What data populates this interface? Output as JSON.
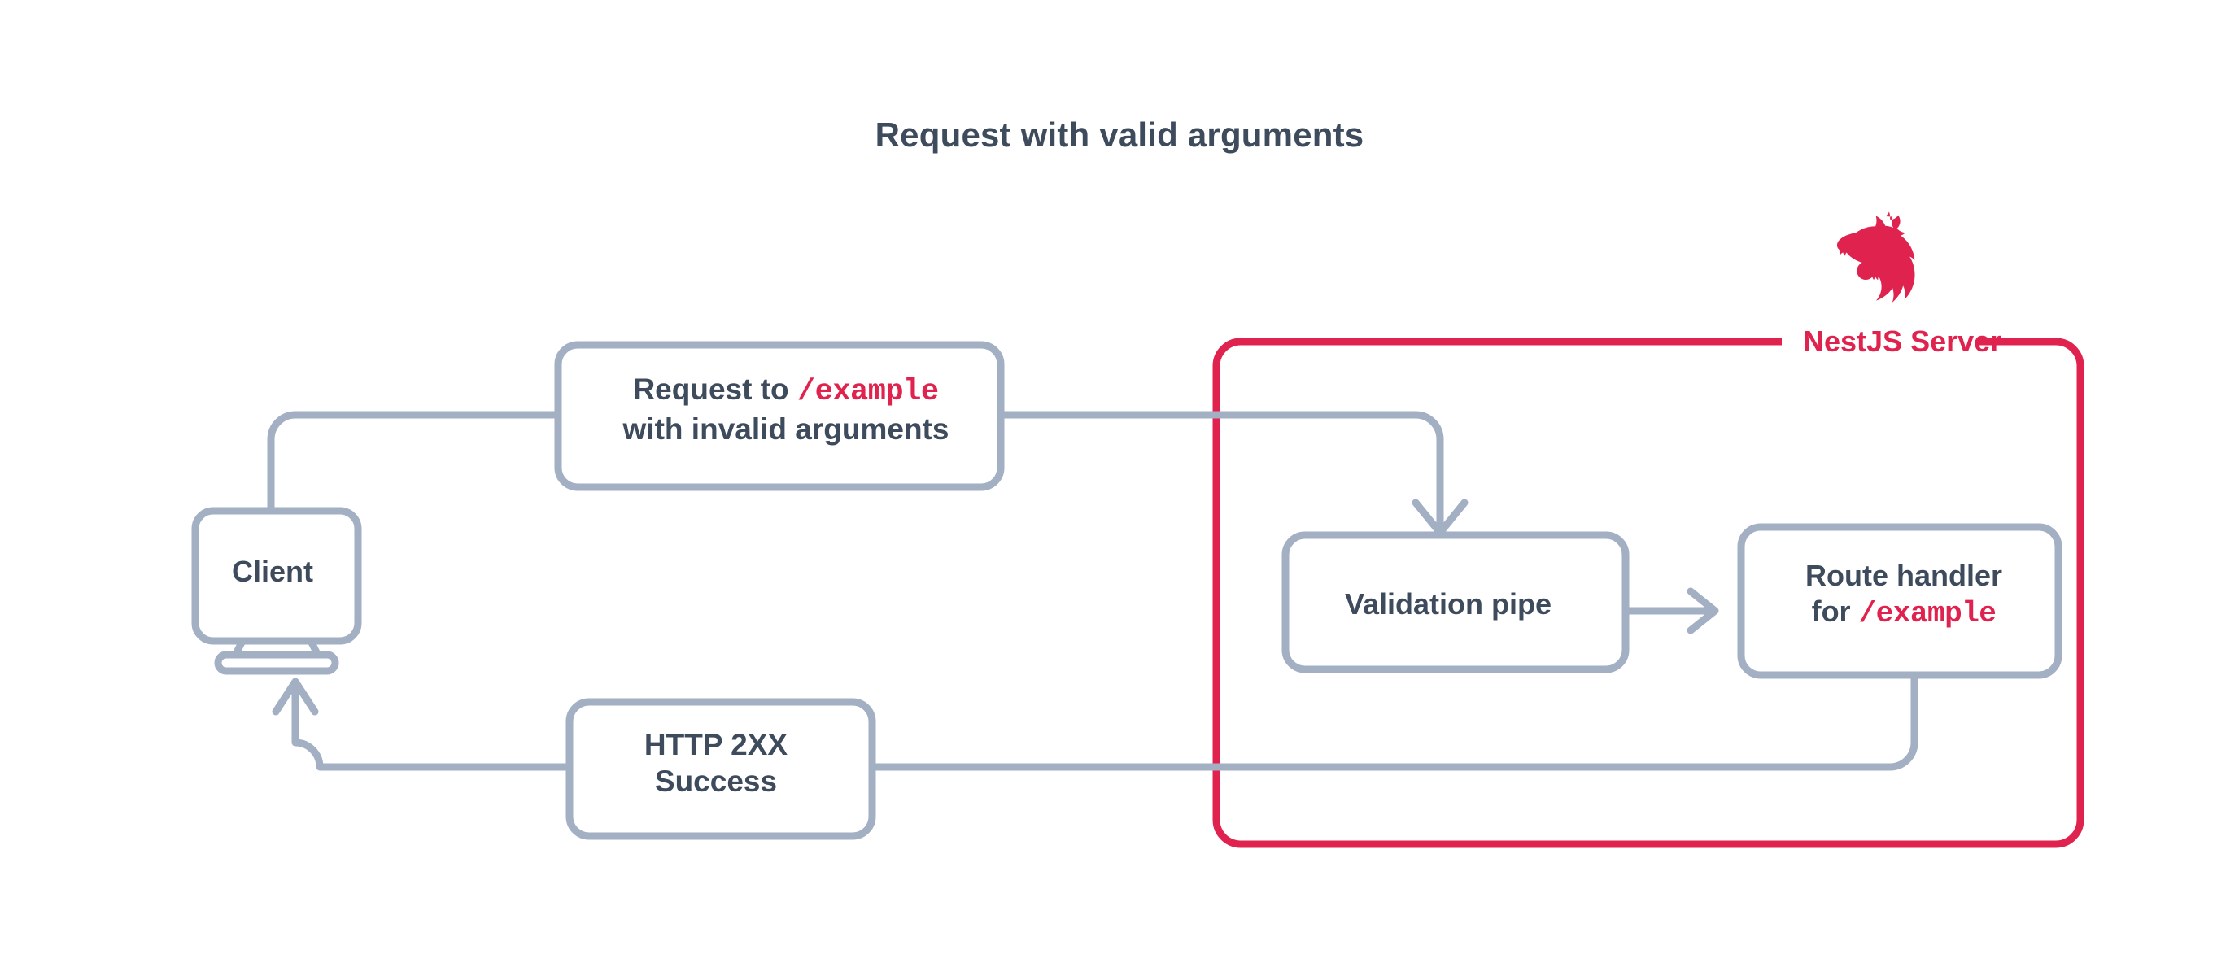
{
  "diagram": {
    "title": "Request with valid arguments",
    "colors": {
      "accent_red": "#e0234e",
      "line_gray": "#a3afc2",
      "text_slate": "#3d4b5c",
      "background": "#ffffff"
    },
    "boundary": {
      "name": "NestJS Server",
      "label": "NestJS Server",
      "logo": "nestjs-cat-logo",
      "border_color": "#e0234e"
    },
    "nodes": {
      "client": {
        "label": "Client",
        "shape": "monitor"
      },
      "request": {
        "line1_prefix": "Request to ",
        "line1_code": "/example",
        "line2": "with invalid arguments",
        "shape": "rounded-rect"
      },
      "validation_pipe": {
        "label": "Validation pipe",
        "shape": "rounded-rect"
      },
      "route_handler": {
        "line1": "Route handler",
        "line2_prefix": "for ",
        "line2_code": "/example",
        "shape": "rounded-rect"
      },
      "response": {
        "line1": "HTTP 2XX",
        "line2": "Success",
        "shape": "rounded-rect"
      }
    },
    "edges": [
      {
        "name": "client-to-request",
        "from": "client",
        "to": "request",
        "arrow": false
      },
      {
        "name": "request-to-validation-pipe",
        "from": "request",
        "to": "validation_pipe",
        "arrow": true
      },
      {
        "name": "validation-pipe-to-route-handler",
        "from": "validation_pipe",
        "to": "route_handler",
        "arrow": true
      },
      {
        "name": "route-handler-to-response",
        "from": "route_handler",
        "to": "response",
        "arrow": false
      },
      {
        "name": "response-to-client",
        "from": "response",
        "to": "client",
        "arrow": true
      }
    ]
  }
}
